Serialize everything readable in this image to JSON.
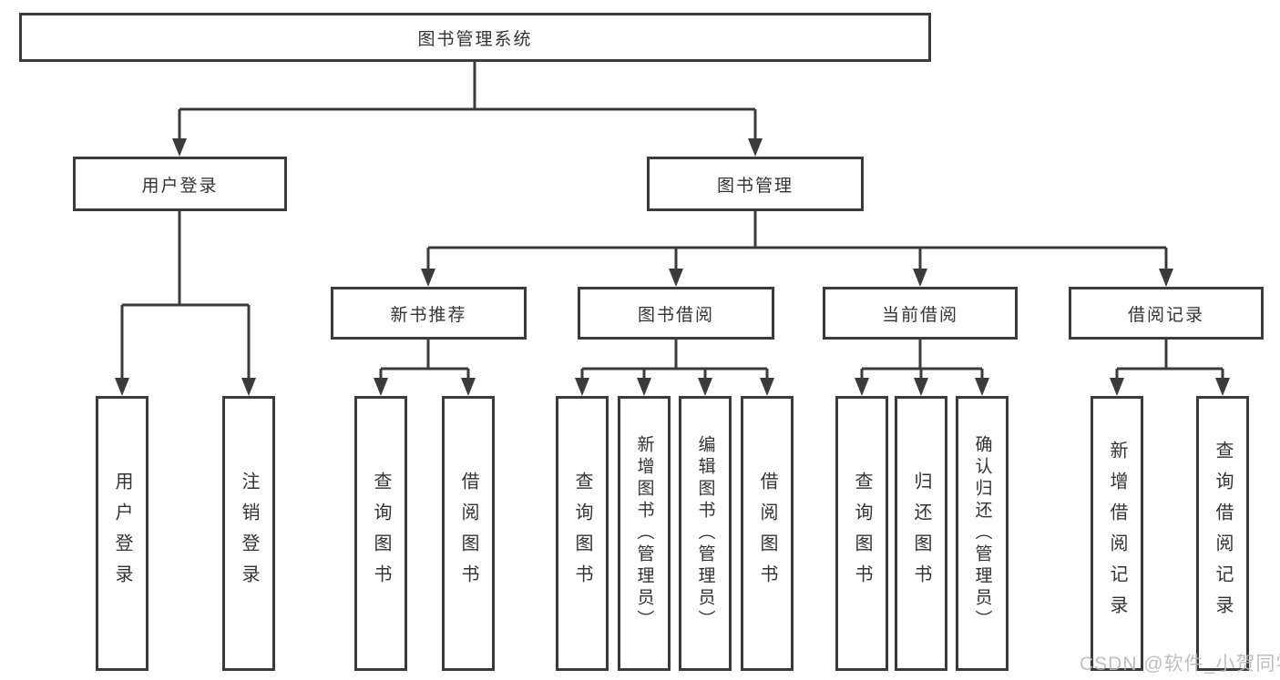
{
  "diagram": {
    "watermark": "CSDN @软件_小贺同学",
    "colors": {
      "line": "#3b3b3b",
      "box_border": "#3b3b3b",
      "box_bg": "#ffffff",
      "text": "#333333",
      "watermark": "#b9b9b9"
    },
    "tree": {
      "root": "图书管理系统",
      "branches": [
        {
          "label": "用户登录",
          "children": [
            "用户登录",
            "注销登录"
          ]
        },
        {
          "label": "图书管理",
          "groups": [
            {
              "label": "新书推荐",
              "children": [
                "查询图书",
                "借阅图书"
              ]
            },
            {
              "label": "图书借阅",
              "children": [
                "查询图书",
                "新增图书（管理员）",
                "编辑图书（管理员）",
                "借阅图书"
              ]
            },
            {
              "label": "当前借阅",
              "children": [
                "查询图书",
                "归还图书",
                "确认归还（管理员）"
              ]
            },
            {
              "label": "借阅记录",
              "children": [
                "新增借阅记录",
                "查询借阅记录"
              ]
            }
          ]
        }
      ]
    }
  }
}
